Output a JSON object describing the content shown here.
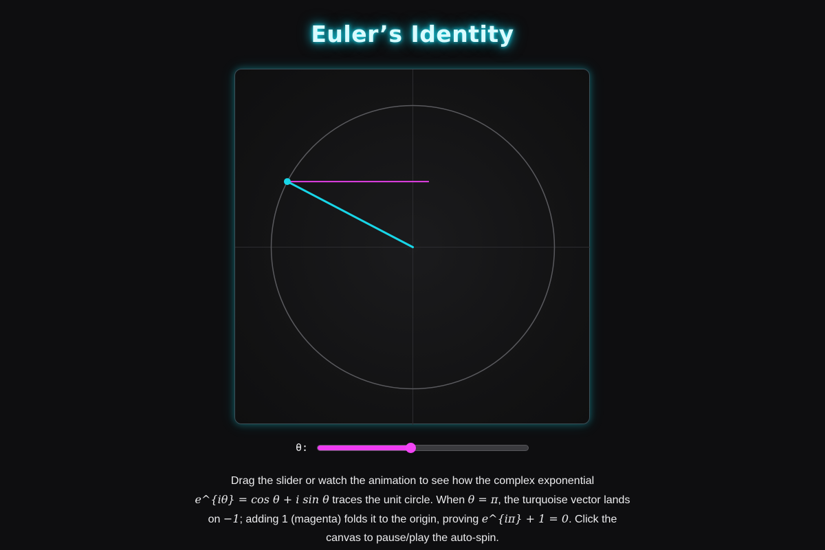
{
  "page": {
    "title": "Euler’s Identity"
  },
  "canvas": {
    "theta_radians": 2.66,
    "colors": {
      "circle": "#5a5a5e",
      "axes": "#2c2c30",
      "vector": "#18d6e8",
      "translate": "#e33fe6"
    }
  },
  "control": {
    "label": "θ:",
    "slider_fraction": 0.44,
    "accent": "#ef3cf2"
  },
  "description": {
    "line1": "Drag the slider or watch the animation to see how the complex exponential",
    "eq1": "e^{iθ} = cos θ + i sin θ",
    "t2": " traces the unit circle. When ",
    "eq2": "θ = π",
    "t3": ", the turquoise vector lands",
    "t4": "on ",
    "neg1": "−1",
    "t5": "; adding 1 (magenta) folds it to the origin, proving ",
    "eq3": "e^{iπ} + 1 = 0",
    "t6": ". Click the",
    "t7": "canvas to pause/play the auto-spin."
  }
}
